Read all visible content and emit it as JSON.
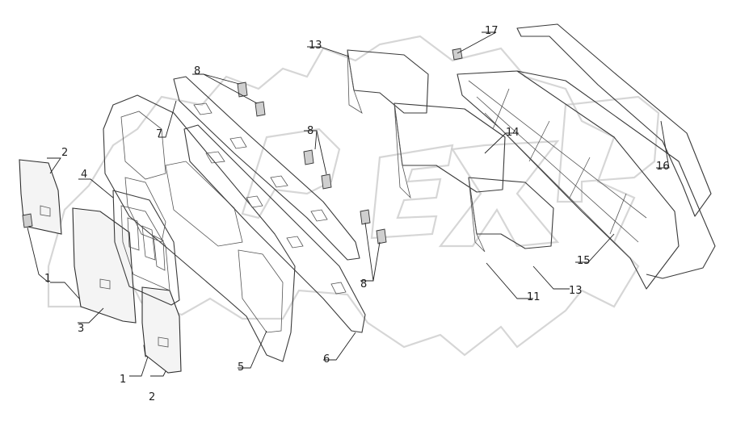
{
  "corner_mark": "",
  "labels": {
    "l1a": "1",
    "l1b": "1",
    "l2a": "2",
    "l2b": "2",
    "l3": "3",
    "l4": "4",
    "l5": "5",
    "l6": "6",
    "l7": "7",
    "l8a": "8",
    "l8b": "8",
    "l8c": "8",
    "l11": "11",
    "l13a": "13",
    "l13b": "13",
    "l14": "14",
    "l15": "15",
    "l16": "16",
    "l17": "17"
  }
}
